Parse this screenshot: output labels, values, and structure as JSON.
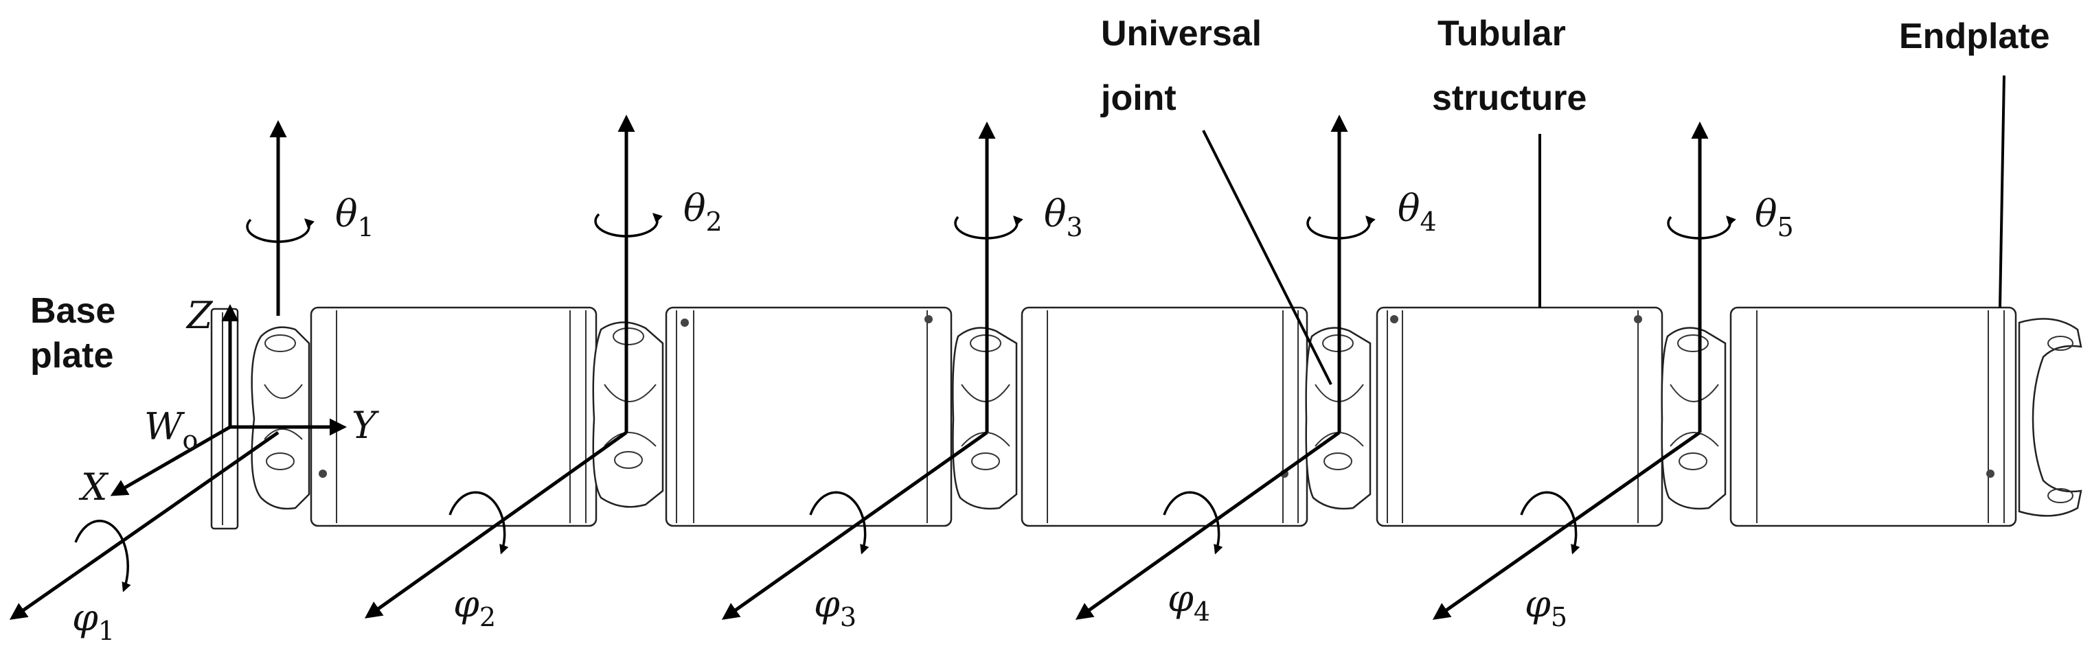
{
  "labels": {
    "base_plate_line1": "Base",
    "base_plate_line2": "plate",
    "universal_joint_line1": "Universal",
    "universal_joint_line2": "joint",
    "tubular_structure_line1": "Tubular",
    "tubular_structure_line2": "structure",
    "endplate": "Endplate"
  },
  "frame": {
    "origin": "W",
    "origin_sub": "o",
    "x_axis": "X",
    "y_axis": "Y",
    "z_axis": "Z"
  },
  "joints": [
    {
      "theta": "θ",
      "theta_sub": "1",
      "phi": "φ",
      "phi_sub": "1"
    },
    {
      "theta": "θ",
      "theta_sub": "2",
      "phi": "φ",
      "phi_sub": "2"
    },
    {
      "theta": "θ",
      "theta_sub": "3",
      "phi": "φ",
      "phi_sub": "3"
    },
    {
      "theta": "θ",
      "theta_sub": "4",
      "phi": "φ",
      "phi_sub": "4"
    },
    {
      "theta": "θ",
      "theta_sub": "5",
      "phi": "φ",
      "phi_sub": "5"
    }
  ]
}
